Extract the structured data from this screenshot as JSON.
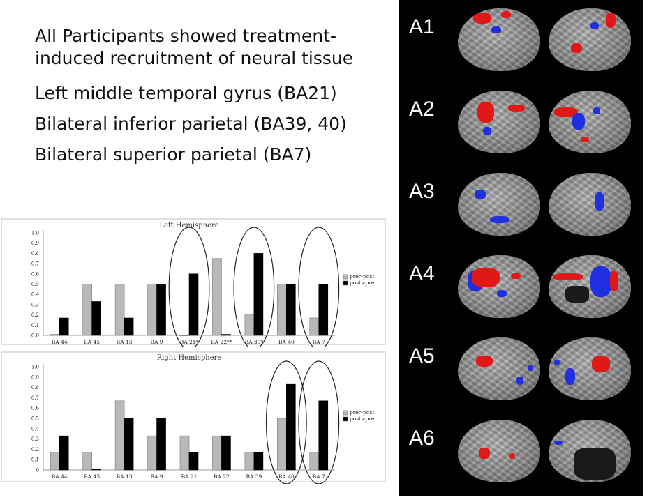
{
  "bullets": [
    "All Participants showed treatment-induced recruitment of neural tissue",
    "Left middle temporal gyrus (BA21)",
    "Bilateral inferior parietal (BA39, 40)",
    "Bilateral superior parietal (BA7)"
  ],
  "legend": [
    "pre>post",
    "post>pre"
  ],
  "colors": {
    "pre_post": "#b8b8b8",
    "post_pre": "#000000",
    "panel": "#000000"
  },
  "brain_rows": [
    "A1",
    "A2",
    "A3",
    "A4",
    "A5",
    "A6"
  ],
  "chart_data": [
    {
      "type": "bar",
      "title": "Left Hemisphere",
      "categories": [
        "BA 44",
        "BA 45",
        "BA 13",
        "BA 9",
        "BA 21*",
        "BA 22**",
        "BA 39*",
        "BA 40",
        "BA 7"
      ],
      "series": [
        {
          "name": "pre>post",
          "values": [
            0.01,
            0.5,
            0.5,
            0.5,
            0.0,
            0.75,
            0.2,
            0.5,
            0.17
          ]
        },
        {
          "name": "post>pre",
          "values": [
            0.17,
            0.33,
            0.17,
            0.5,
            0.6,
            0.01,
            0.8,
            0.5,
            0.5
          ]
        }
      ],
      "ylim": [
        0,
        1
      ],
      "yticks": [
        "0.0",
        "0.1",
        "0.2",
        "0.3",
        "0.4",
        "0.5",
        "0.6",
        "0.7",
        "0.8",
        "0.9",
        "1.0"
      ],
      "circled": [
        "BA 21*",
        "BA 39*",
        "BA 7"
      ],
      "legend_position": "right"
    },
    {
      "type": "bar",
      "title": "Right Hemisphere",
      "categories": [
        "BA 44",
        "BA 45",
        "BA 13",
        "BA 9",
        "BA 21",
        "BA 22",
        "BA 39",
        "BA 40",
        "BA 7"
      ],
      "series": [
        {
          "name": "pre>post",
          "values": [
            0.17,
            0.17,
            0.67,
            0.33,
            0.33,
            0.33,
            0.17,
            0.5,
            0.17
          ]
        },
        {
          "name": "post>pre",
          "values": [
            0.33,
            0.01,
            0.5,
            0.5,
            0.17,
            0.33,
            0.17,
            0.83,
            0.67
          ]
        }
      ],
      "ylim": [
        0,
        1
      ],
      "yticks": [
        "0",
        "0.1",
        "0.2",
        "0.3",
        "0.4",
        "0.5",
        "0.6",
        "0.7",
        "0.8",
        "0.9",
        "1.0"
      ],
      "circled": [
        "BA 40",
        "BA 7"
      ],
      "legend_position": "right"
    }
  ]
}
